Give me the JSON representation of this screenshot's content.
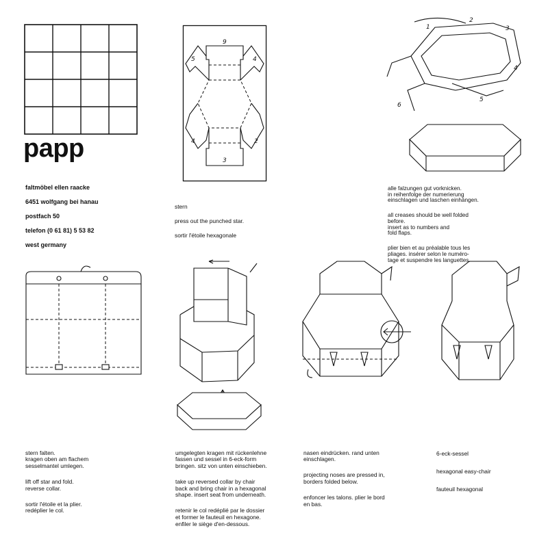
{
  "brand": {
    "logo": "papp",
    "address": [
      "faltmöbel ellen raacke",
      "6451 wolfgang bei hanau",
      "postfach 50",
      "telefon (0 61 81) 5 53 82",
      "west germany"
    ]
  },
  "step_star": {
    "numbers": [
      "9",
      "5",
      "4",
      "4",
      "2",
      "3"
    ],
    "caption": [
      "stern",
      "press out the punched star.",
      "sortir l'étoile hexagonale"
    ]
  },
  "step_assembly": {
    "numbers": [
      "1",
      "2",
      "3",
      "4",
      "5",
      "6"
    ],
    "caption_de": "alle falzungen gut vorknicken.\nin reihenfolge der numerierung\neinschlagen und laschen einhängen.",
    "caption_en": "all creases should be well folded\nbefore.\ninsert as to numbers and\nfold flaps.",
    "caption_fr": "plier bien et au préalable tous les\npliages. insérer selon le numéro-\ntage et suspendre les languettes."
  },
  "step_fold": {
    "caption_de": "stern falten.\nkragen oben am flachem\nsesselmantel umlegen.",
    "caption_en": "lift off star and fold.\nreverse collar.",
    "caption_fr": "sortir l'étoile et la plier.\nredéplier le col."
  },
  "step_collar": {
    "caption_de": "umgelegten kragen mit rückenlehne\nfassen und sessel in 6-eck-form\nbringen. sitz von unten einschieben.",
    "caption_en": "take up reversed collar by chair\nback and bring chair in a hexagonal\nshape. insert seat from underneath.",
    "caption_fr": "retenir le col redéplié par le dossier\net former le fauteuil en hexagone.\nenfiler le siège d'en-dessous."
  },
  "step_noses": {
    "caption_de": "nasen eindrücken. rand unten\neinschlagen.",
    "caption_en": "projecting noses are pressed in,\nborders folded below.",
    "caption_fr": "enfoncer les talons. plier le bord\nen bas."
  },
  "step_final": {
    "caption_de": "6-eck-sessel",
    "caption_en": "hexagonal  easy-chair",
    "caption_fr": "fauteuil hexagonal"
  }
}
